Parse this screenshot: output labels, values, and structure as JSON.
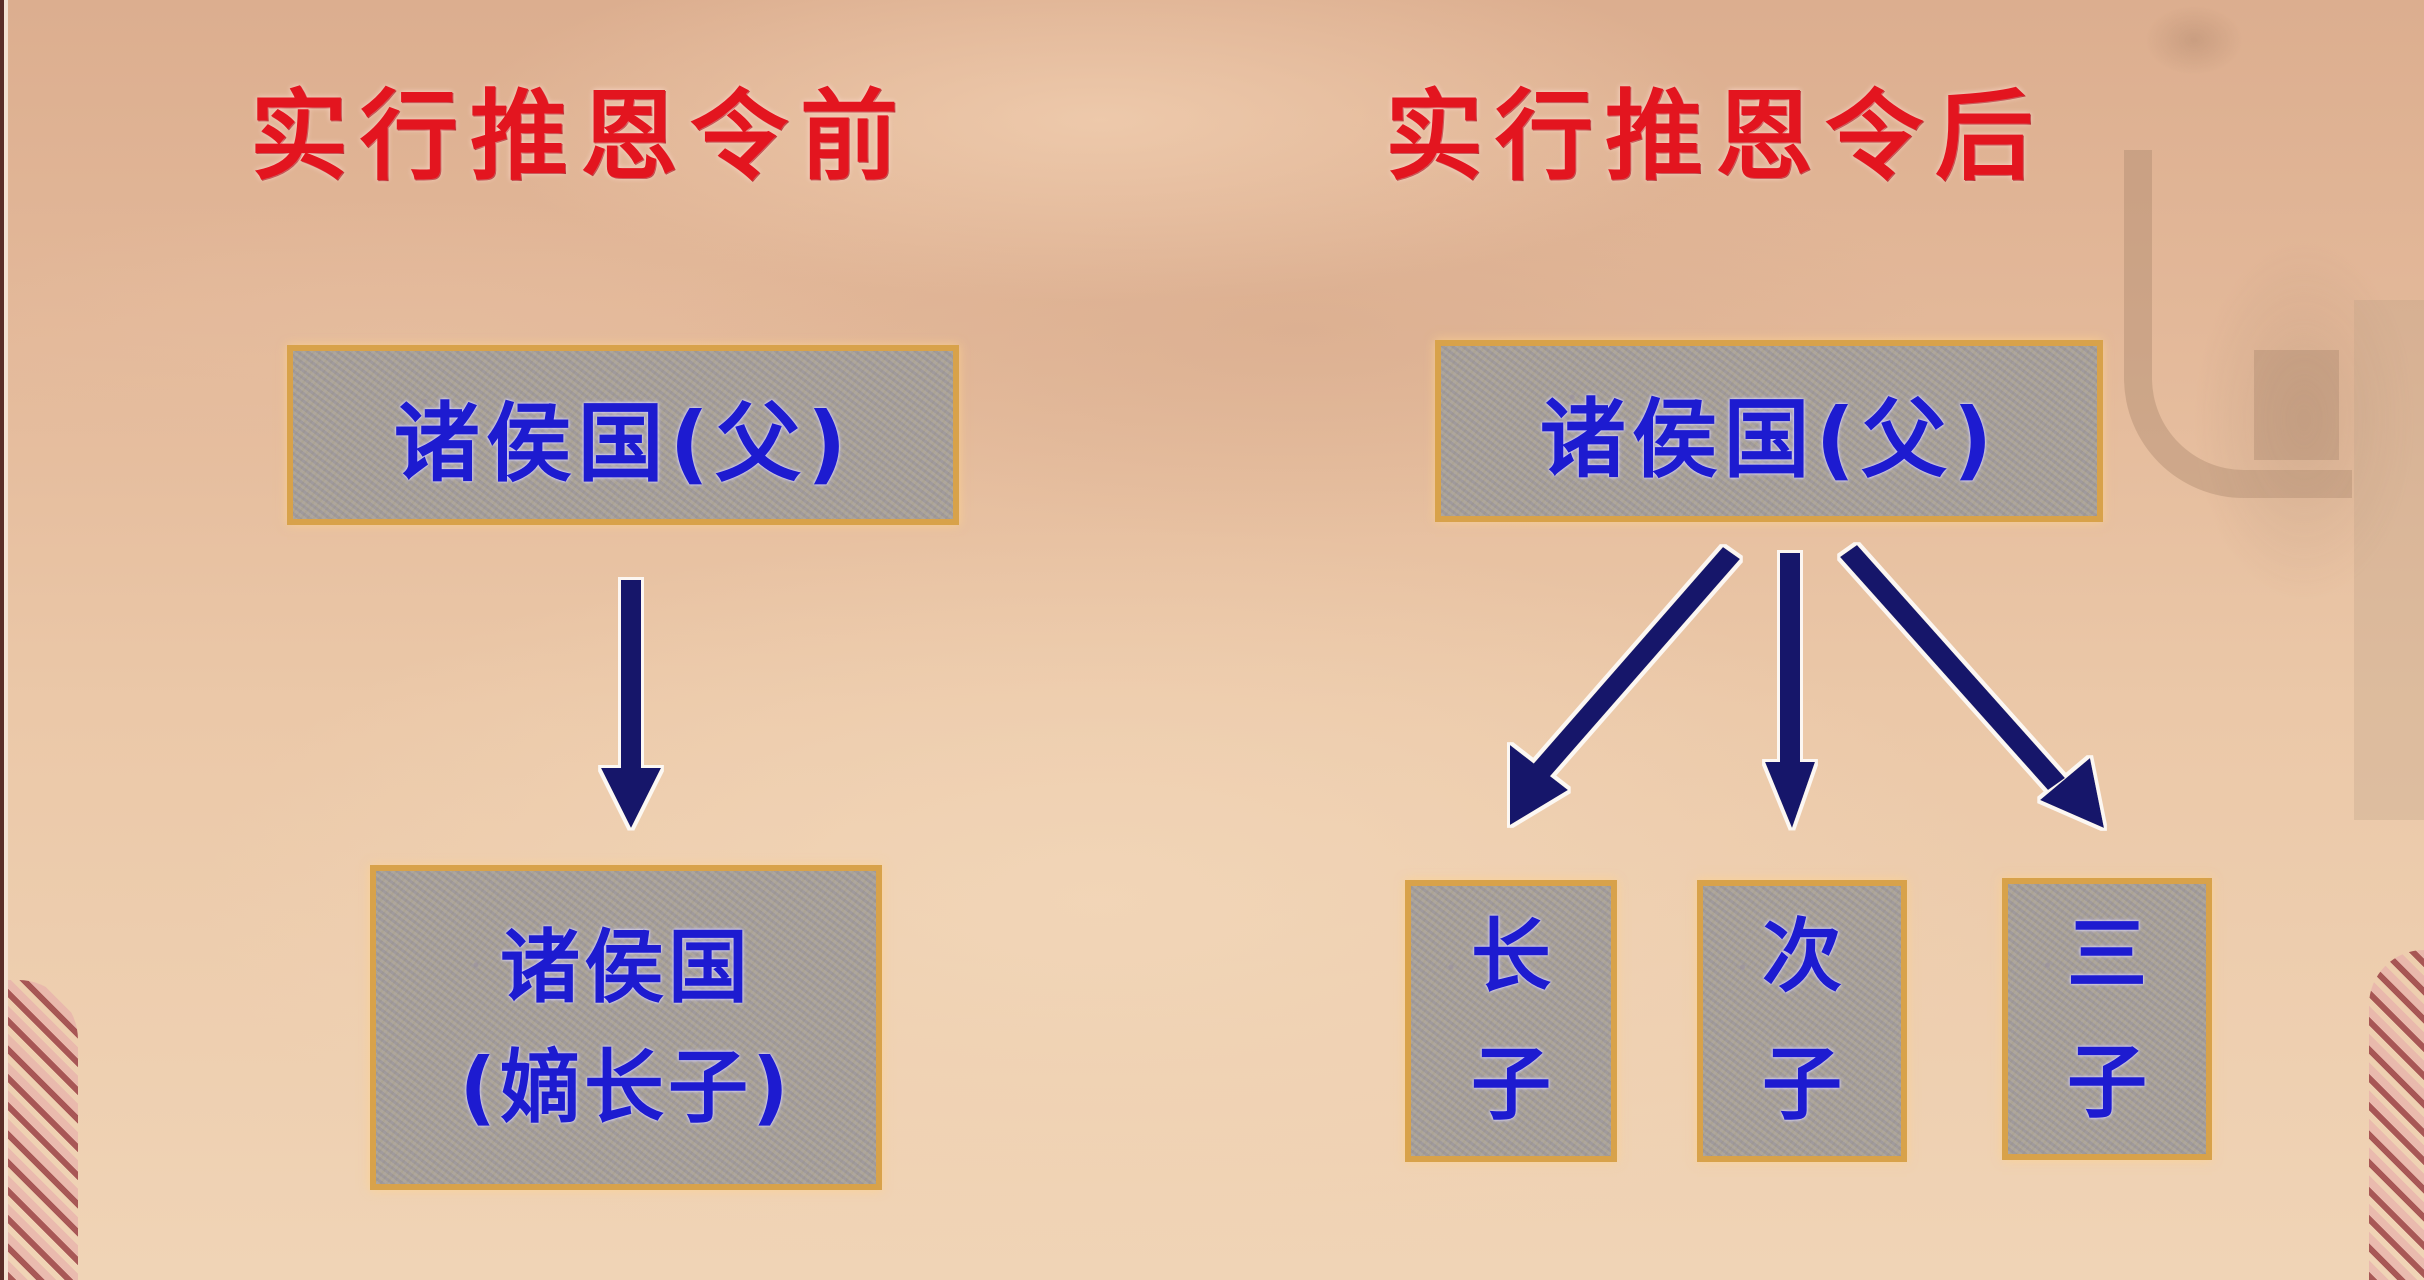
{
  "colors": {
    "title_red": "#e3151f",
    "box_text_blue": "#1d1bd0",
    "box_border_gold": "#d8a24a",
    "box_fill_granite": "#a9a39a",
    "arrow_navy": "#14176a",
    "background_parchment": "#ebc8a8"
  },
  "left_panel": {
    "title": "实行推恩令前",
    "parent_box": {
      "label": "诸侯国(父)"
    },
    "arrow": {
      "icon": "arrow-down-icon"
    },
    "heir_box": {
      "line1": "诸侯国",
      "line2": "(嫡长子)"
    }
  },
  "right_panel": {
    "title": "实行推恩令后",
    "parent_box": {
      "label": "诸侯国(父)"
    },
    "arrows": [
      {
        "icon": "arrow-down-left-icon"
      },
      {
        "icon": "arrow-down-icon"
      },
      {
        "icon": "arrow-down-right-icon"
      }
    ],
    "children": [
      {
        "char1": "长",
        "char2": "子"
      },
      {
        "char1": "次",
        "char2": "子"
      },
      {
        "char1": "三",
        "char2": "子"
      }
    ]
  }
}
